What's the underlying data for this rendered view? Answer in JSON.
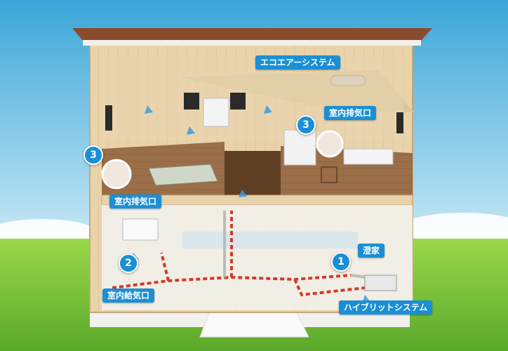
{
  "labels": {
    "eco_air": "エコエアーシステム",
    "exhaust_right": "室内排気口",
    "exhaust_left": "室内排気口",
    "supply": "室内給気口",
    "outdoor": "澄家",
    "hybrid": "ハイブリットシステム"
  },
  "badges": {
    "exhaust_left": "3",
    "exhaust_right": "3",
    "supply": "2",
    "hybrid": "1"
  },
  "colors": {
    "sky_top": "#3aa6d8",
    "sky_bottom": "#bfe4f4",
    "grass": "#7cc63a",
    "roof": "#8a4a2e",
    "wood": "#e6cfa6",
    "label_blue": "#1a8fd6",
    "duct_red": "#d23a2a"
  }
}
